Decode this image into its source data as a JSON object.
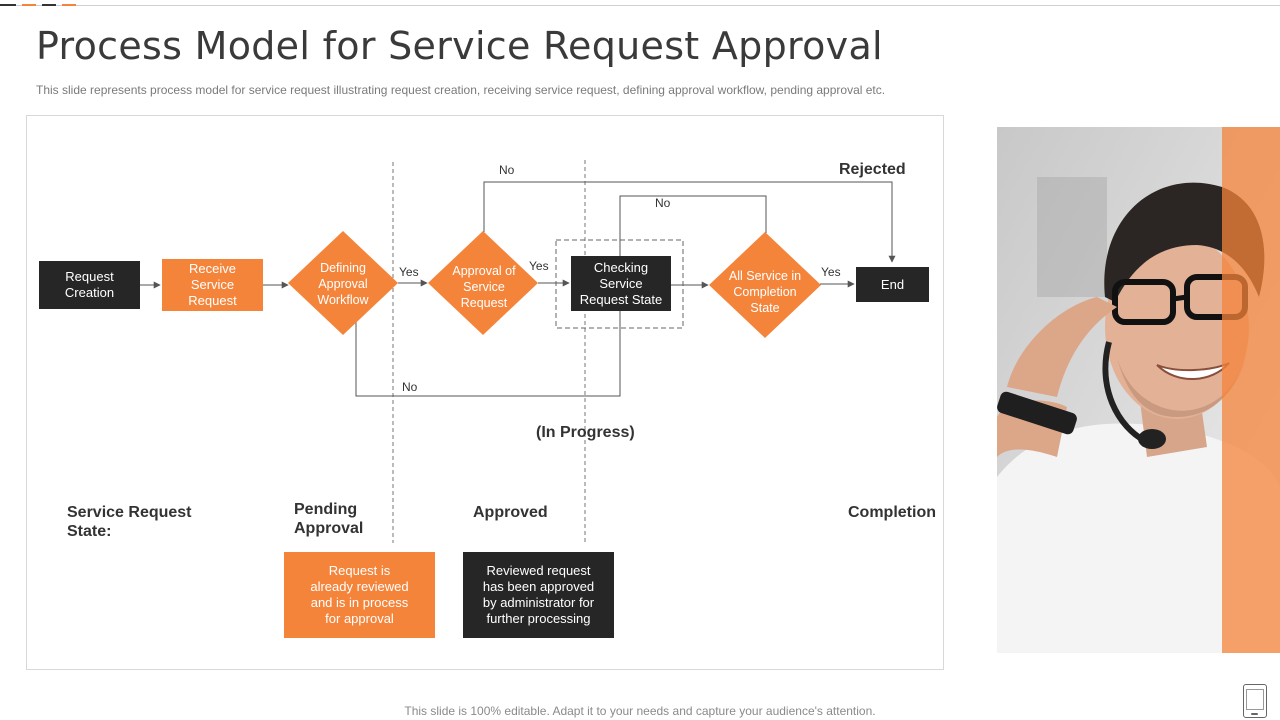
{
  "slide": {
    "title": "Process Model for Service Request Approval",
    "subtitle": "This slide represents process model for service request illustrating request creation, receiving service request, defining approval workflow, pending approval etc.",
    "footer": "This slide is 100% editable. Adapt it to your needs and capture your audience's attention."
  },
  "colors": {
    "accent": "#f5843b",
    "dark": "#262626",
    "line": "#555555"
  },
  "diagram": {
    "nodes": {
      "request_creation": "Request Creation",
      "receive": "Receive Service Request",
      "defining": "Defining Approval Workflow",
      "approval": "Approval of Service Request",
      "checking": "Checking Service Request State",
      "all_service": "All Service in Completion State",
      "end": "End"
    },
    "edge_labels": {
      "yes1": "Yes",
      "yes2": "Yes",
      "yes3": "Yes",
      "no_top": "No",
      "no_inner": "No",
      "no_bottom": "No"
    },
    "states": {
      "rejected": "Rejected",
      "in_progress": "(In Progress)",
      "service_request_state": "Service Request State:",
      "pending": "Pending Approval",
      "approved": "Approved",
      "completion": "Completion"
    },
    "notes": {
      "pending": "Request is already reviewed and is in process for approval",
      "approved": "Reviewed request has been approved by administrator for further processing"
    }
  },
  "photo": {
    "subject": "smiling man with headset and glasses"
  }
}
